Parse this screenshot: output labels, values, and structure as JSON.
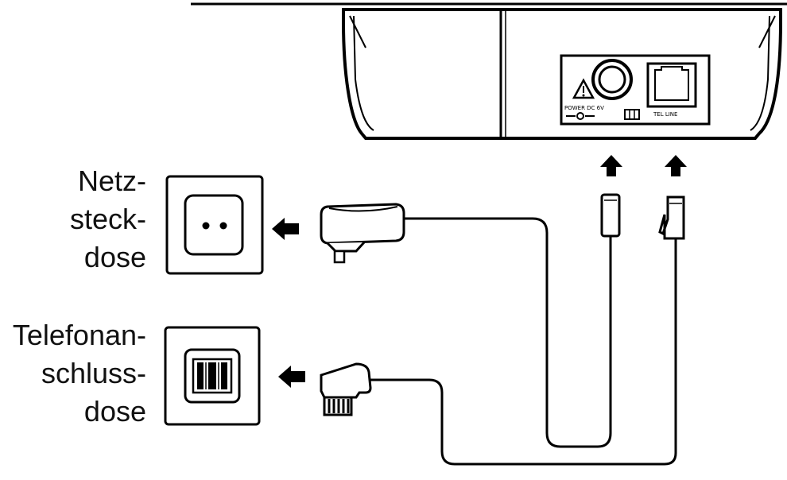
{
  "labels": {
    "power_outlet": [
      "Netz-",
      "steck-",
      "dose"
    ],
    "phone_outlet": [
      "Telefonan-",
      "schluss-",
      "dose"
    ]
  },
  "device": {
    "power_port_label": "POWER DC 6V",
    "tel_port_label": "TEL LINE"
  },
  "colors": {
    "line": "#000000",
    "background": "#ffffff"
  },
  "icons": {
    "warning": "warning-triangle-icon",
    "arrow_up": "arrow-up-icon",
    "arrow_left": "arrow-left-icon"
  }
}
